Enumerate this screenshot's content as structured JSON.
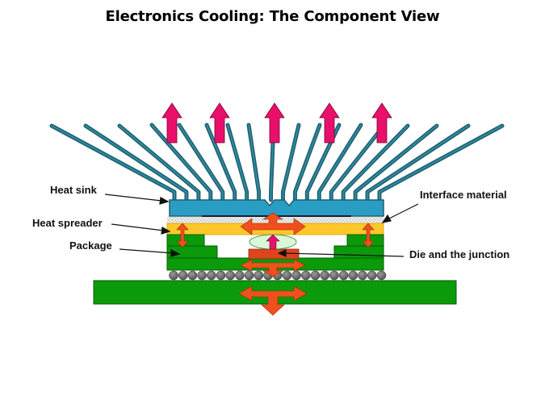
{
  "title": "Electronics Cooling: The Component View",
  "labels": {
    "heat_sink": "Heat sink",
    "heat_spreader": "Heat spreader",
    "package": "Package",
    "interface_material": "Interface material",
    "die_and_junction": "Die and the junction"
  },
  "colors": {
    "heat_sink": "#2a9dc4",
    "fin": "#1f5f6e",
    "heat_spreader": "#ffc82a",
    "package": "#0a9a0a",
    "board": "#0a9a0a",
    "die": "#e0441c",
    "heat_flow_arrow": "#f0501e",
    "airflow_arrow": "#e8106a",
    "junction_ellipse": "#d8f8d8",
    "solder_ball": "#6e6e6e"
  },
  "airflow_arrow_count": 5,
  "fin_count": 18,
  "solder_ball_count": 23
}
